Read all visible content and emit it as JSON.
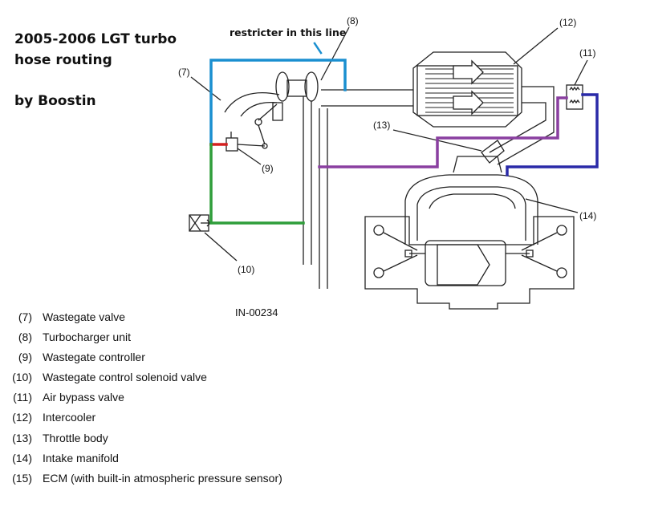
{
  "header": {
    "title_line1": "2005-2006 LGT turbo",
    "title_line2": "hose routing",
    "author": "by Boostin"
  },
  "annotation": {
    "note": "restricter in this line"
  },
  "figure_id": "IN-00234",
  "callouts": {
    "c7": "(7)",
    "c8": "(8)",
    "c9": "(9)",
    "c10": "(10)",
    "c11": "(11)",
    "c12": "(12)",
    "c13": "(13)",
    "c14": "(14)"
  },
  "legend": [
    {
      "num": "(7)",
      "label": "Wastegate valve"
    },
    {
      "num": "(8)",
      "label": "Turbocharger unit"
    },
    {
      "num": "(9)",
      "label": "Wastegate controller"
    },
    {
      "num": "(10)",
      "label": "Wastegate control solenoid valve"
    },
    {
      "num": "(11)",
      "label": "Air bypass valve"
    },
    {
      "num": "(12)",
      "label": "Intercooler"
    },
    {
      "num": "(13)",
      "label": "Throttle body"
    },
    {
      "num": "(14)",
      "label": "Intake manifold"
    },
    {
      "num": "(15)",
      "label": "ECM (with built-in atmospheric pressure sensor)"
    }
  ],
  "colors": {
    "blue_hose": "#1a8fd0",
    "red_hose": "#d42020",
    "green_hose": "#2f9e3a",
    "purple_hose": "#8a3fa0",
    "navy_hose": "#2a2aa8",
    "line": "#222222"
  }
}
